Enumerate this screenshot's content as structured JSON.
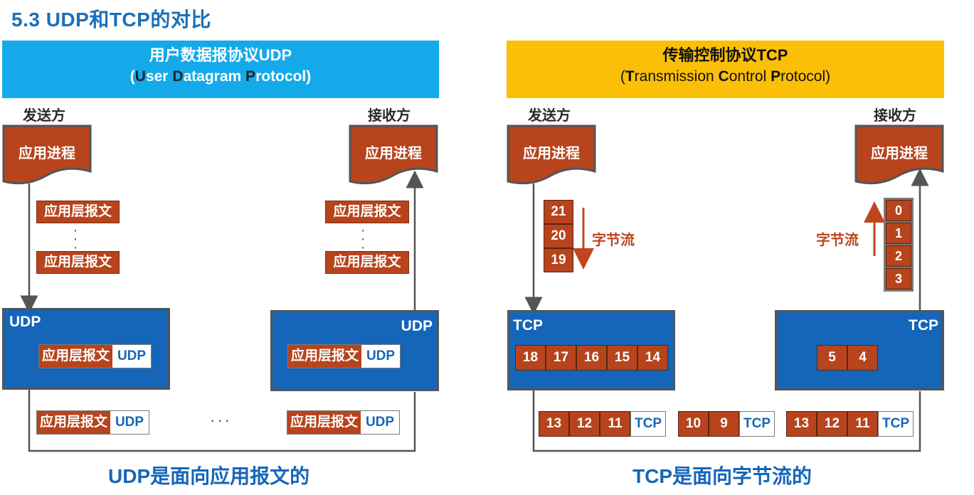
{
  "title": "5.3 UDP和TCP的对比",
  "udp": {
    "banner_line1": "用户数据报协议UDP",
    "banner_line2_parts": [
      "(",
      "U",
      "ser ",
      "D",
      "atagram ",
      "P",
      "rotocol)"
    ],
    "sender_label": "发送方",
    "receiver_label": "接收方",
    "app_process": "应用进程",
    "app_message": "应用层报文",
    "box_label": "UDP",
    "header_label": "UDP",
    "ellipsis": "···",
    "bottom_text": "UDP是面向应用报文的"
  },
  "tcp": {
    "banner_line1": "传输控制协议TCP",
    "banner_line2_parts": [
      "(",
      "T",
      "ransmission ",
      "C",
      "ontrol ",
      "P",
      "rotocol)"
    ],
    "sender_label": "发送方",
    "receiver_label": "接收方",
    "app_process": "应用进程",
    "stream_label": "字节流",
    "box_label": "TCP",
    "header_label": "TCP",
    "sender_stream_bytes": [
      "21",
      "20",
      "19"
    ],
    "sender_buffer_bytes": [
      "18",
      "17",
      "16",
      "15",
      "14"
    ],
    "receiver_buffer_bytes": [
      "5",
      "4"
    ],
    "receiver_stream_bytes": [
      "0",
      "1",
      "2",
      "3"
    ],
    "segments": [
      {
        "bytes": [
          "13",
          "12",
          "11"
        ]
      },
      {
        "bytes": [
          "10",
          "9"
        ]
      },
      {
        "bytes": [
          "13",
          "12",
          "11"
        ]
      }
    ],
    "bottom_text": "TCP是面向字节流的"
  },
  "colors": {
    "title_blue": "#1b6fb8",
    "udp_banner": "#14aaea",
    "tcp_banner": "#fbbf07",
    "message_brown": "#b7441c",
    "box_blue": "#1566b8"
  }
}
